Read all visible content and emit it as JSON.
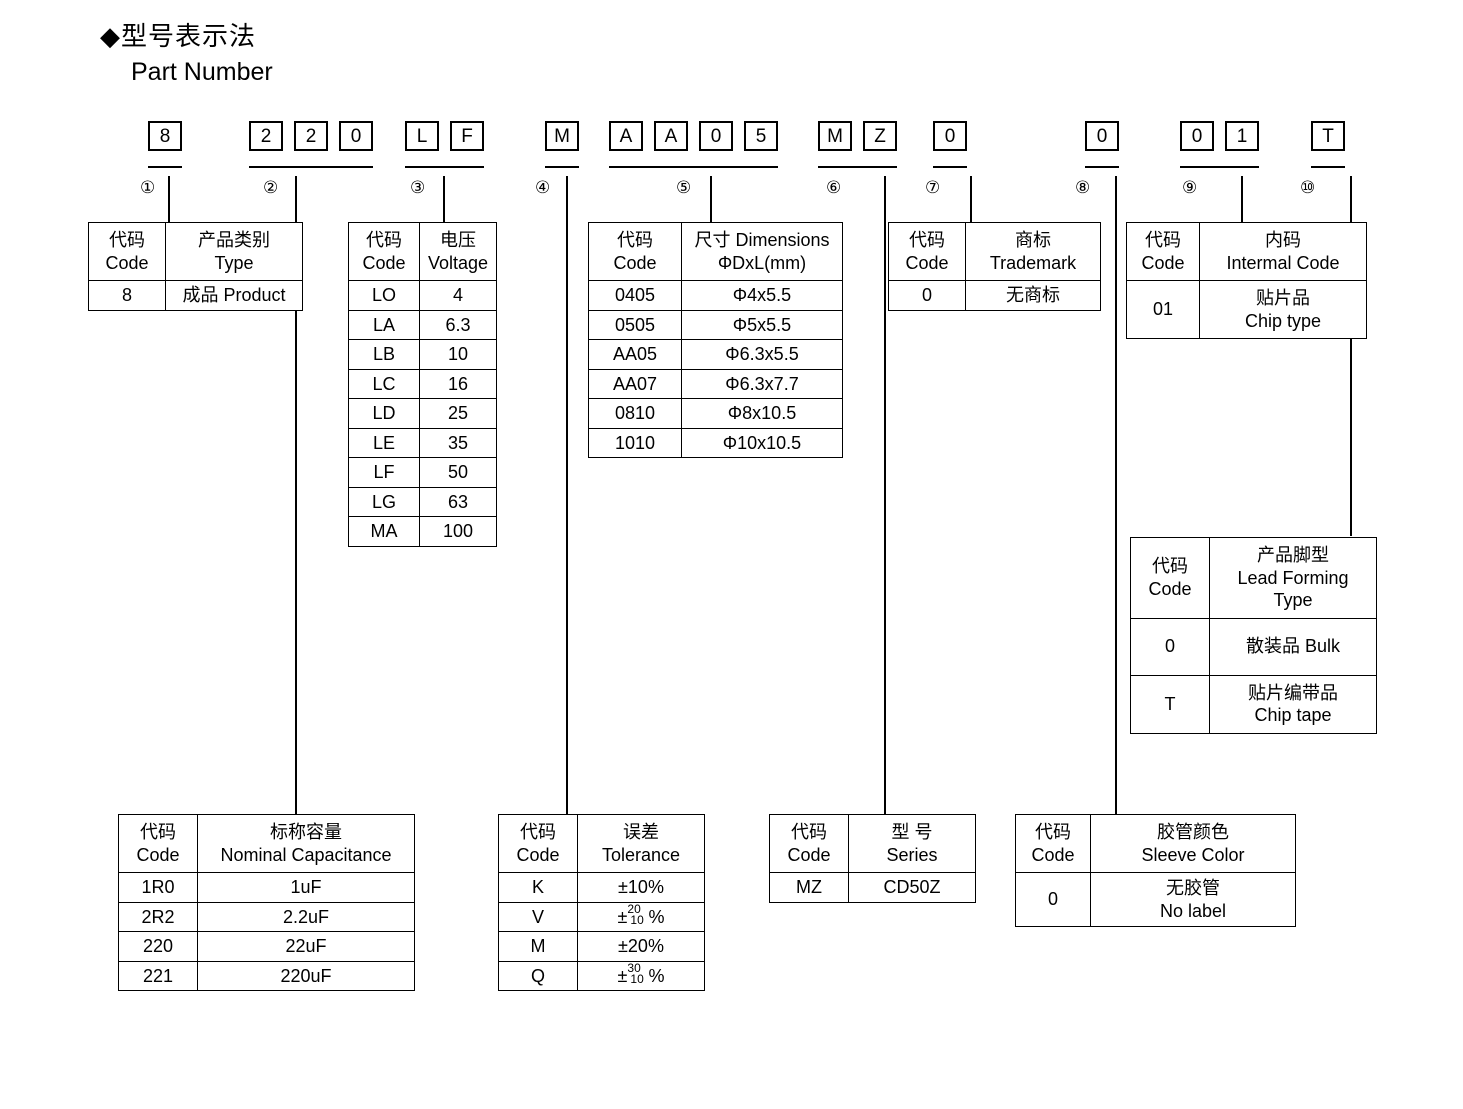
{
  "title": {
    "bullet": "◆",
    "cn": "型号表示法",
    "en": "Part Number"
  },
  "part_number": {
    "groups": [
      {
        "index": "①",
        "marker": "1",
        "chars": [
          "8"
        ]
      },
      {
        "index": "②",
        "marker": "2",
        "chars": [
          "2",
          "2",
          "0"
        ]
      },
      {
        "index": "③",
        "marker": "3",
        "chars": [
          "L",
          "F"
        ]
      },
      {
        "index": "④",
        "marker": "4",
        "chars": [
          "M"
        ]
      },
      {
        "index": "⑤",
        "marker": "5",
        "chars": [
          "A",
          "A",
          "0",
          "5"
        ]
      },
      {
        "index": "⑥",
        "marker": "6",
        "chars": [
          "M",
          "Z"
        ]
      },
      {
        "index": "⑦",
        "marker": "7",
        "chars": [
          "0"
        ]
      },
      {
        "index": "⑧",
        "marker": "8",
        "chars": [
          "0"
        ]
      },
      {
        "index": "⑨",
        "marker": "9",
        "chars": [
          "0",
          "1"
        ]
      },
      {
        "index": "⑩",
        "marker": "10",
        "chars": [
          "T"
        ]
      }
    ]
  },
  "tables": {
    "type": {
      "header": {
        "code_cn": "代码",
        "code_en": "Code",
        "value_cn": "产品类别",
        "value_en": "Type"
      },
      "rows": [
        {
          "code": "8",
          "value": "成品 Product"
        }
      ]
    },
    "voltage": {
      "header": {
        "code_cn": "代码",
        "code_en": "Code",
        "value_cn": "电压",
        "value_en": "Voltage"
      },
      "rows": [
        {
          "code": "LO",
          "value": "4"
        },
        {
          "code": "LA",
          "value": "6.3"
        },
        {
          "code": "LB",
          "value": "10"
        },
        {
          "code": "LC",
          "value": "16"
        },
        {
          "code": "LD",
          "value": "25"
        },
        {
          "code": "LE",
          "value": "35"
        },
        {
          "code": "LF",
          "value": "50"
        },
        {
          "code": "LG",
          "value": "63"
        },
        {
          "code": "MA",
          "value": "100"
        }
      ]
    },
    "dimensions": {
      "header": {
        "code_cn": "代码",
        "code_en": "Code",
        "value_cn": "尺寸 Dimensions",
        "value_en": "ΦDxL(mm)"
      },
      "rows": [
        {
          "code": "0405",
          "value": "Φ4x5.5"
        },
        {
          "code": "0505",
          "value": "Φ5x5.5"
        },
        {
          "code": "AA05",
          "value": "Φ6.3x5.5"
        },
        {
          "code": "AA07",
          "value": "Φ6.3x7.7"
        },
        {
          "code": "0810",
          "value": "Φ8x10.5"
        },
        {
          "code": "1010",
          "value": "Φ10x10.5"
        }
      ]
    },
    "trademark": {
      "header": {
        "code_cn": "代码",
        "code_en": "Code",
        "value_cn": "商标",
        "value_en": "Trademark"
      },
      "rows": [
        {
          "code": "0",
          "value": "无商标"
        }
      ]
    },
    "internal_code": {
      "header": {
        "code_cn": "代码",
        "code_en": "Code",
        "value_cn": "内码",
        "value_en": "Intermal Code"
      },
      "rows": [
        {
          "code": "01",
          "value_cn": "贴片品",
          "value_en": "Chip type"
        }
      ]
    },
    "lead_forming": {
      "header": {
        "code_cn": "代码",
        "code_en": "Code",
        "value_cn": "产品脚型",
        "value_en": "Lead Forming",
        "value_en2": "Type"
      },
      "rows": [
        {
          "code": "0",
          "value_cn": "散装品 Bulk",
          "value_en": ""
        },
        {
          "code": "T",
          "value_cn": "贴片编带品",
          "value_en": "Chip tape"
        }
      ]
    },
    "capacitance": {
      "header": {
        "code_cn": "代码",
        "code_en": "Code",
        "value_cn": "标称容量",
        "value_en": "Nominal Capacitance"
      },
      "rows": [
        {
          "code": "1R0",
          "value": "1uF"
        },
        {
          "code": "2R2",
          "value": "2.2uF"
        },
        {
          "code": "220",
          "value": "22uF"
        },
        {
          "code": "221",
          "value": "220uF"
        }
      ]
    },
    "tolerance": {
      "header": {
        "code_cn": "代码",
        "code_en": "Code",
        "value_cn": "误差",
        "value_en": "Tolerance"
      },
      "rows": [
        {
          "code": "K",
          "value": "±10%",
          "frac": false
        },
        {
          "code": "V",
          "value": "",
          "frac": true,
          "plus": "20",
          "minus": "10",
          "unit": "%"
        },
        {
          "code": "M",
          "value": "±20%",
          "frac": false
        },
        {
          "code": "Q",
          "value": "",
          "frac": true,
          "plus": "30",
          "minus": "10",
          "unit": "%"
        }
      ]
    },
    "series": {
      "header": {
        "code_cn": "代码",
        "code_en": "Code",
        "value_cn": "型 号",
        "value_en": "Series"
      },
      "rows": [
        {
          "code": "MZ",
          "value": "CD50Z"
        }
      ]
    },
    "sleeve_color": {
      "header": {
        "code_cn": "代码",
        "code_en": "Code",
        "value_cn": "胶管颜色",
        "value_en": "Sleeve Color"
      },
      "rows": [
        {
          "code": "0",
          "value_cn": "无胶管",
          "value_en": "No label"
        }
      ]
    }
  }
}
